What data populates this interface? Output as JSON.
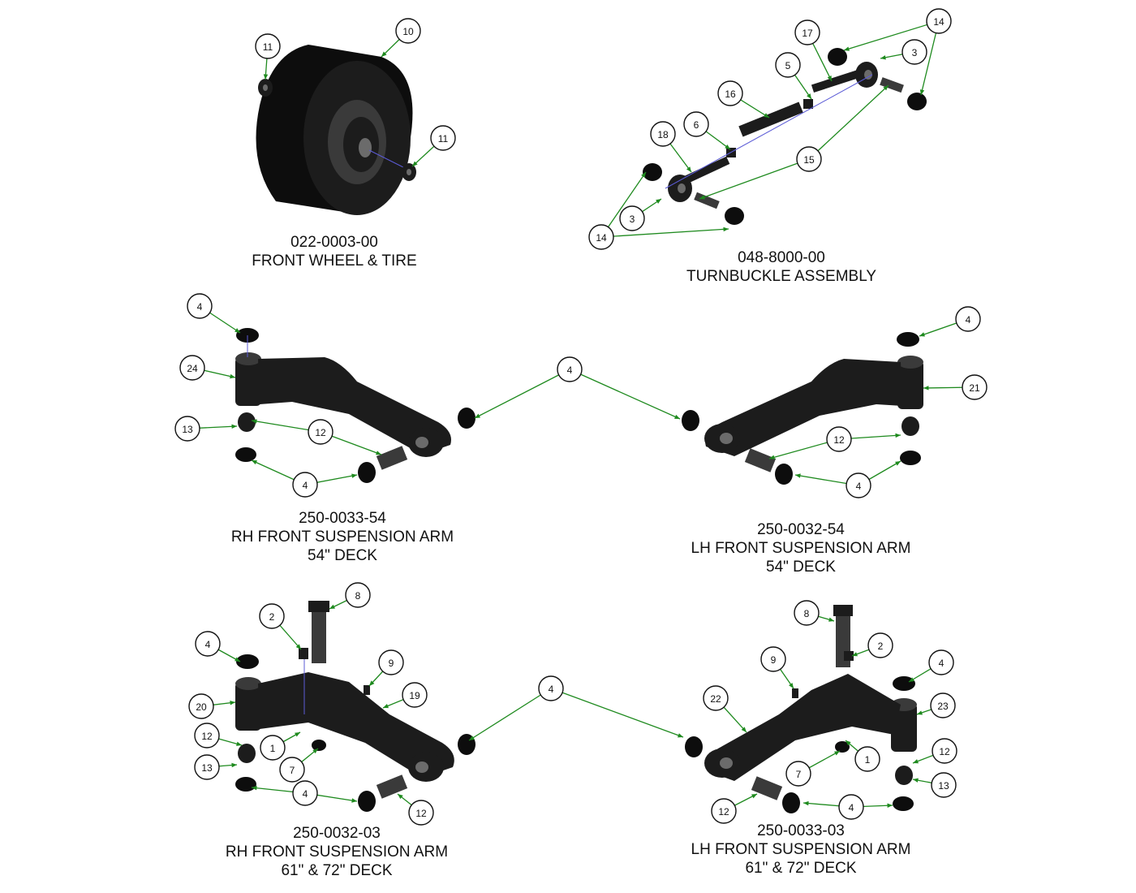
{
  "assemblies": [
    {
      "part_no": "022-0003-00",
      "name": "FRONT WHEEL & TIRE",
      "deck": ""
    },
    {
      "part_no": "048-8000-00",
      "name": "TURNBUCKLE ASSEMBLY",
      "deck": ""
    },
    {
      "part_no": "250-0033-54",
      "name": "RH FRONT SUSPENSION ARM",
      "deck": "54\" DECK"
    },
    {
      "part_no": "250-0032-54",
      "name": "LH FRONT SUSPENSION ARM",
      "deck": "54\" DECK"
    },
    {
      "part_no": "250-0032-03",
      "name": "RH FRONT SUSPENSION ARM",
      "deck": "61\" & 72\" DECK"
    },
    {
      "part_no": "250-0033-03",
      "name": "LH FRONT SUSPENSION ARM",
      "deck": "61\" & 72\" DECK"
    }
  ],
  "callouts": [
    "11",
    "10",
    "11",
    "17",
    "14",
    "3",
    "5",
    "16",
    "6",
    "18",
    "15",
    "3",
    "14",
    "4",
    "24",
    "13",
    "12",
    "4",
    "4",
    "4",
    "21",
    "12",
    "4",
    "8",
    "2",
    "4",
    "9",
    "19",
    "20",
    "12",
    "1",
    "13",
    "7",
    "4",
    "12",
    "4",
    "8",
    "2",
    "9",
    "4",
    "22",
    "23",
    "12",
    "7",
    "1",
    "13",
    "12",
    "4"
  ],
  "colors": {
    "leader": "#1e8a1e",
    "part": "#1c1c1c",
    "axis": "#5b5bd6"
  }
}
